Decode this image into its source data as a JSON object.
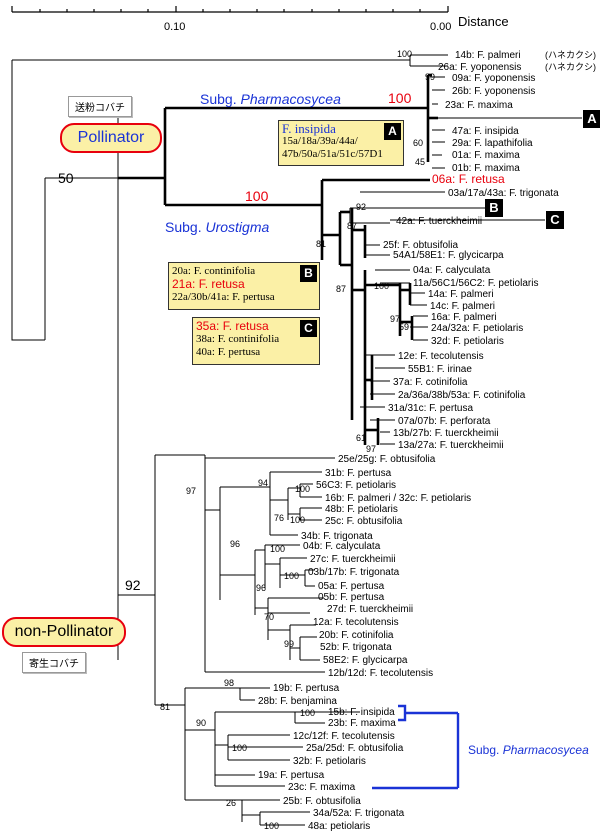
{
  "scale": {
    "ticks": [
      "0.10",
      "0.00"
    ],
    "label": "Distance"
  },
  "groups": {
    "pollinator": "Pollinator",
    "non_pollinator": "non-Pollinator",
    "pollinator_jp": "送粉コバチ",
    "non_pollinator_jp": "寄生コバチ"
  },
  "subgenera": {
    "pharmacosycea_top": {
      "prefix": "Subg. ",
      "name": "Pharmacosycea"
    },
    "urostigma": {
      "prefix": "Subg. ",
      "name": "Urostigma"
    },
    "pharmacosycea_bottom": {
      "prefix": "Subg. ",
      "name": "Pharmacosycea"
    }
  },
  "support": {
    "pharma_100": "100",
    "uro_100": "100",
    "root_50": "50",
    "np_92": "92"
  },
  "box_a": {
    "tag": "A",
    "title": "F. insipida",
    "lines": [
      "15a/18a/39a/44a/",
      "47b/50a/51a/51c/57D1"
    ]
  },
  "box_b": {
    "tag": "B",
    "lines": [
      "20a: F. continifolia",
      "21a: F. retusa",
      "22a/30b/41a: F. pertusa"
    ]
  },
  "box_c": {
    "tag": "C",
    "lines": [
      "35a: F. retusa",
      "38a: F. continifolia",
      "40a: F. pertusa"
    ]
  },
  "tip_tags": {
    "a": "A",
    "b": "B",
    "c": "C"
  },
  "leaves": [
    {
      "text": "14b: F. palmeri",
      "suffix": "(ハネカクシ)"
    },
    {
      "text": "26a: F. yoponensis",
      "suffix": "(ハネカクシ)"
    },
    {
      "text": "09a: F. yoponensis"
    },
    {
      "text": "26b: F. yoponensis"
    },
    {
      "text": "23a: F. maxima"
    },
    {
      "text": "47a: F. insipida"
    },
    {
      "text": "29a: F. lapathifolia"
    },
    {
      "text": "01a: F. maxima"
    },
    {
      "text": "01b: F. maxima"
    },
    {
      "text": "06a: F. retusa",
      "red": true
    },
    {
      "text": "03a/17a/43a: F. trigonata"
    },
    {
      "text": "42a: F. tuerckheimii"
    },
    {
      "text": "25f: F. obtusifolia"
    },
    {
      "text": "54A1/58E1: F. glycicarpa"
    },
    {
      "text": "04a: F. calyculata"
    },
    {
      "text": "11a/56C1/56C2: F. petiolaris"
    },
    {
      "text": "14a: F. palmeri"
    },
    {
      "text": "14c: F. palmeri"
    },
    {
      "text": "16a: F. palmeri"
    },
    {
      "text": "24a/32a: F. petiolaris"
    },
    {
      "text": "32d: F. petiolaris"
    },
    {
      "text": "12e: F. tecolutensis"
    },
    {
      "text": "55B1: F. irinae"
    },
    {
      "text": "37a: F. cotinifolia"
    },
    {
      "text": "2a/36a/38b/53a: F. cotinifolia"
    },
    {
      "text": "31a/31c: F. pertusa"
    },
    {
      "text": "07a/07b: F. perforata"
    },
    {
      "text": "13b/27b: F. tuerckheimii"
    },
    {
      "text": "13a/27a: F. tuerckheimii"
    },
    {
      "text": "25e/25g: F. obtusifolia"
    },
    {
      "text": "31b: F. pertusa"
    },
    {
      "text": "56C3: F. petiolaris"
    },
    {
      "text": "16b: F. palmeri / 32c: F. petiolaris"
    },
    {
      "text": "48b: F. petiolaris"
    },
    {
      "text": "25c: F. obtusifolia"
    },
    {
      "text": "34b: F. trigonata"
    },
    {
      "text": "04b: F. calyculata"
    },
    {
      "text": "27c: F. tuerckheimii"
    },
    {
      "text": "03b/17b: F. trigonata"
    },
    {
      "text": "05a: F. pertusa"
    },
    {
      "text": "05b: F. pertusa"
    },
    {
      "text": "27d: F. tuerckheimii"
    },
    {
      "text": "12a: F. tecolutensis"
    },
    {
      "text": "20b: F. cotinifolia"
    },
    {
      "text": "52b: F. trigonata"
    },
    {
      "text": "58E2: F. glycicarpa"
    },
    {
      "text": "12b/12d: F. tecolutensis"
    },
    {
      "text": "19b: F. pertusa"
    },
    {
      "text": "28b: F. benjamina"
    },
    {
      "text": "15b: F. insipida"
    },
    {
      "text": "23b: F. maxima"
    },
    {
      "text": "12c/12f: F. tecolutensis"
    },
    {
      "text": "25a/25d: F. obtusifolia"
    },
    {
      "text": "32b: F. petiolaris"
    },
    {
      "text": "19a: F. pertusa"
    },
    {
      "text": "23c: F. maxima"
    },
    {
      "text": "25b: F. obtusifolia"
    },
    {
      "text": "34a/52a: F. trigonata"
    },
    {
      "text": "48a: petiolaris"
    }
  ],
  "bootstrap": [
    "100",
    "99",
    "60",
    "45",
    "92",
    "87",
    "81",
    "87",
    "100",
    "97",
    "59",
    "61",
    "97",
    "97",
    "94",
    "100",
    "76",
    "100",
    "96",
    "100",
    "96",
    "70",
    "100",
    "99",
    "81",
    "98",
    "90",
    "100",
    "100",
    "26",
    "100"
  ]
}
